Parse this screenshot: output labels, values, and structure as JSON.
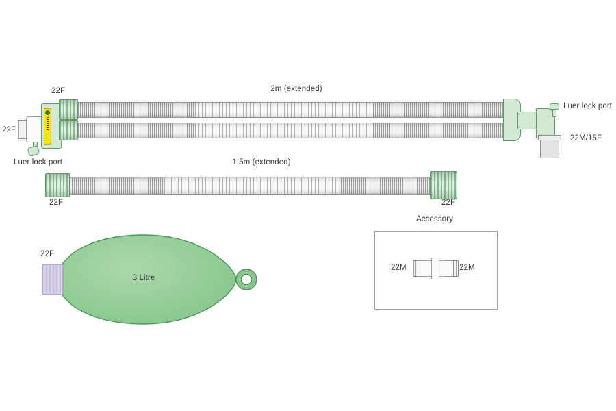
{
  "diagram": {
    "top_circuit": {
      "length_label": "2m (extended)",
      "left_top_connector": "22F",
      "patient_port": "22F",
      "left_luer": "Luer lock port",
      "right_luer": "Luer lock port",
      "machine_connector": "22M/15F"
    },
    "single_limb": {
      "length_label": "1.5m (extended)",
      "left_connector": "22F",
      "right_connector": "22F"
    },
    "bag": {
      "connector": "22F",
      "volume": "3 Litre"
    },
    "accessory": {
      "title": "Accessory",
      "left_connector": "22M",
      "right_connector": "22M"
    }
  },
  "colors": {
    "connector_green": "#d3e9d6",
    "green_outline": "#5d9a68",
    "bag_green": "#8cc793",
    "label_yellow": "#ffe400",
    "text": "#3a3a3a"
  }
}
